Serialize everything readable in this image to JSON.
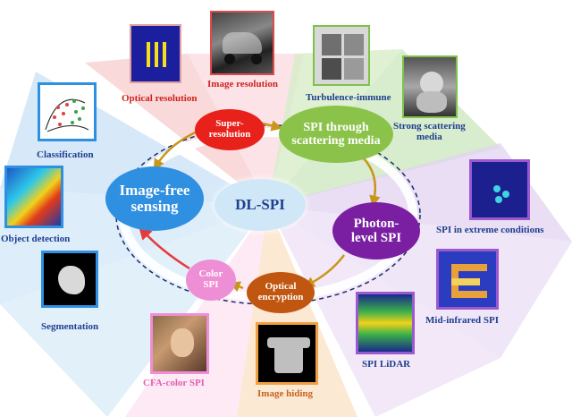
{
  "center": "DL-SPI",
  "nodes": {
    "super_resolution": "Super-\nresolution",
    "scattering": "SPI  through\nscattering media",
    "image_free": "Image-free\nsensing",
    "photon_level": "Photon-\nlevel SPI",
    "optical_encryption": "Optical\nencryption",
    "color_spi": "Color\nSPI"
  },
  "apps": {
    "optical_resolution": "Optical resolution",
    "image_resolution": "Image resolution",
    "turbulence_immune": "Turbulence-immune",
    "strong_scattering": "Strong scattering\nmedia",
    "classification": "Classification",
    "object_detection": "Object detection",
    "segmentation": "Segmentation",
    "extreme_conditions": "SPI in extreme conditions",
    "mid_infrared": "Mid-infrared SPI",
    "lidar": "SPI LiDAR",
    "cfa_color": "CFA-color SPI",
    "image_hiding": "Image hiding"
  },
  "colors": {
    "red": "#e8211b",
    "green": "#8bc34a",
    "blue": "#2f8fe0",
    "purple": "#7b1fa2",
    "brown": "#c0560f",
    "pink": "#ee8fd6",
    "center": "#cfe7f7",
    "label_red": "#d0221f",
    "label_navy": "#1f3f8f",
    "label_purple": "#3a1a8a",
    "label_orange": "#c7631f"
  }
}
